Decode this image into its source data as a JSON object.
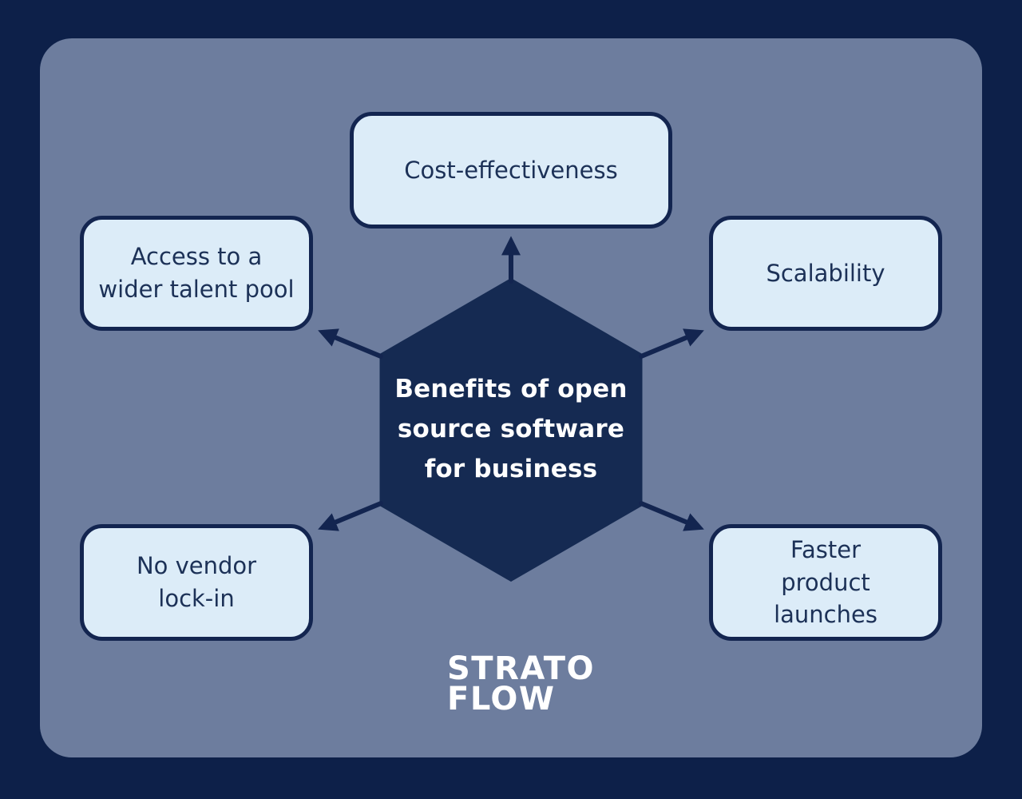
{
  "diagram": {
    "center": {
      "title": "Benefits of open\nsource software\nfor business",
      "shape": "hexagon"
    },
    "nodes": [
      {
        "id": "cost",
        "label": "Cost-effectiveness"
      },
      {
        "id": "talent",
        "label": "Access to a\nwider talent pool"
      },
      {
        "id": "scalability",
        "label": "Scalability"
      },
      {
        "id": "vendor",
        "label": "No vendor\nlock-in"
      },
      {
        "id": "launches",
        "label": "Faster\nproduct\nlaunches"
      }
    ]
  },
  "logo": {
    "line1": "STRATO",
    "line2": "FLOW"
  },
  "colors": {
    "background": "#0d2049",
    "panel": "#6d7d9e",
    "navy": "#132550",
    "hexagon": "#152a52",
    "node_fill": "#dcecf8",
    "node_text": "#1c3157",
    "white": "#ffffff"
  }
}
